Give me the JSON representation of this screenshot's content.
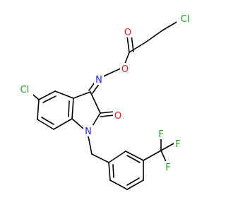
{
  "molecule": {
    "colors": {
      "chlorine": "#1fa01f",
      "oxygen": "#e02020",
      "nitrogen": "#2323e8",
      "fluorine": "#1fa01f",
      "bond": "#000000",
      "background": "#ffffff"
    },
    "atoms": {
      "cl_top": "Cl",
      "o_ester_carbonyl": "O",
      "o_ester_link": "O",
      "n_oxime": "N",
      "cl_ring": "Cl",
      "o_lactam": "O",
      "n_indole": "N",
      "f_top": "F",
      "f_right": "F",
      "f_left": "F"
    }
  }
}
